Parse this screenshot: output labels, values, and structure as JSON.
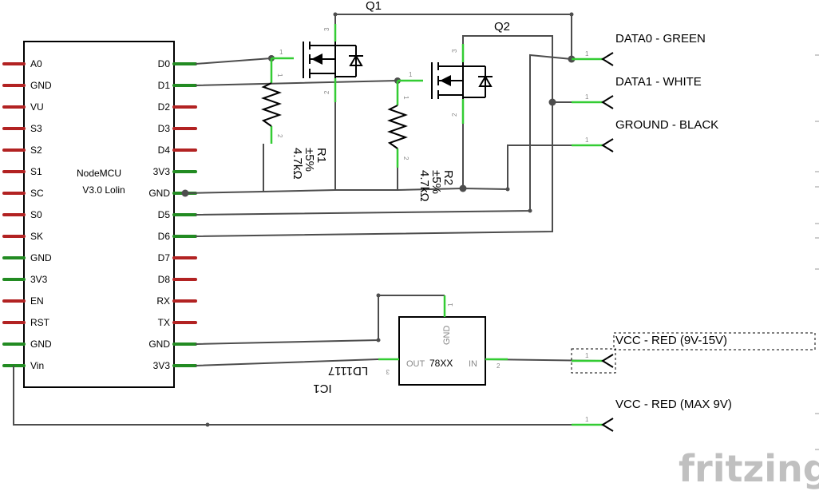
{
  "mcu": {
    "name": "NodeMCU",
    "version": "V3.0 Lolin",
    "left_pins": [
      "A0",
      "GND",
      "VU",
      "S3",
      "S2",
      "S1",
      "SC",
      "S0",
      "SK",
      "GND",
      "3V3",
      "EN",
      "RST",
      "GND",
      "Vin"
    ],
    "right_pins": [
      "D0",
      "D1",
      "D2",
      "D3",
      "D4",
      "3V3",
      "GND",
      "D5",
      "D6",
      "D7",
      "D8",
      "RX",
      "TX",
      "GND",
      "3V3"
    ]
  },
  "transistors": {
    "q1": "Q1",
    "q2": "Q2"
  },
  "resistors": {
    "r1": {
      "name": "R1",
      "tolerance": "±5%",
      "value": "4.7kΩ"
    },
    "r2": {
      "name": "R2",
      "tolerance": "±5%",
      "value": "4.7kΩ"
    }
  },
  "regulator": {
    "name": "78XX",
    "gnd_label": "GND",
    "out_label": "OUT",
    "in_label": "IN",
    "ref": "IC1",
    "part": "LD1117"
  },
  "pin_numbers": {
    "one": "1",
    "two": "2",
    "three": "3"
  },
  "connectors": {
    "data0": "DATA0 - GREEN",
    "data1": "DATA1 - WHITE",
    "ground": "GROUND - BLACK",
    "vcc1": "VCC - RED (9V-15V)",
    "vcc2": "VCC - RED (MAX 9V)"
  },
  "watermark": "fritzing",
  "colors": {
    "wire": "#4d4d4d",
    "pin_unconnected": "#b22222",
    "pin_connected": "#228b22",
    "pin_stub": "#33cc33",
    "logo": "#c0c0c0"
  }
}
